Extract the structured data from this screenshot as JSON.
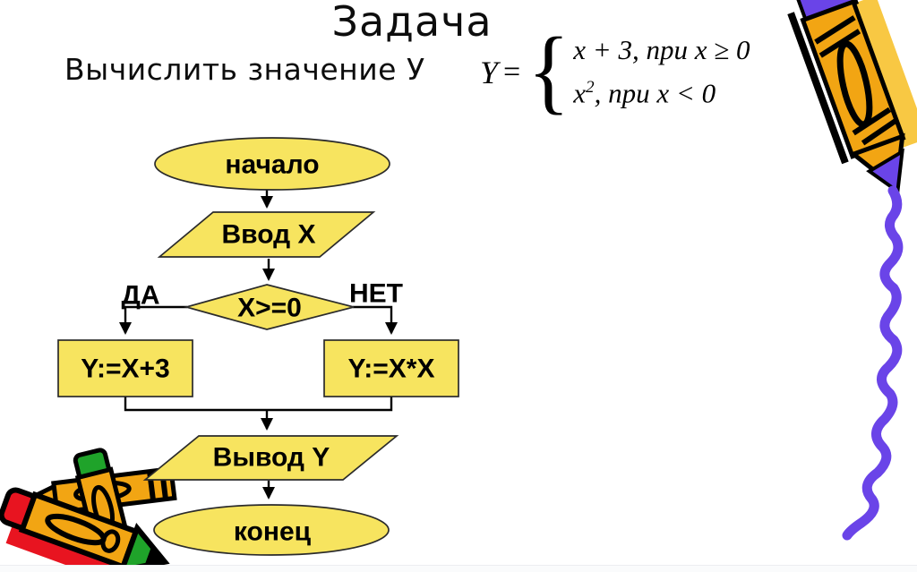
{
  "slide": {
    "title": "Задача",
    "subtitle": "Вычислить значение У"
  },
  "formula": {
    "lhs": "Y",
    "equals": "=",
    "brace": "{",
    "case1": "x + 3, при x ≥ 0",
    "case2_base": "x",
    "case2_sup": "2",
    "case2_rest": ", при x < 0"
  },
  "flowchart": {
    "start": "начало",
    "input": "Ввод X",
    "decision": "X>=0",
    "branch_yes": "ДА",
    "branch_no": "НЕТ",
    "assign_then": "Y:=X+3",
    "assign_else": "Y:=X*X",
    "output": "Вывод Y",
    "end": "конец"
  },
  "colors": {
    "shape_fill": "#f7e45f",
    "shape_stroke": "#2b2b2b",
    "arrow": "#000000",
    "crayon_orange": "#f2a513",
    "crayon_shadow": "#f8c843",
    "crayon_red": "#e81420",
    "crayon_green": "#1fa32a",
    "squiggle_purple": "#6a44e8"
  },
  "decorations": {
    "top_right": "crayon-drawing-purple-squiggle",
    "bottom_left": "crossed-crayons-clipart"
  }
}
